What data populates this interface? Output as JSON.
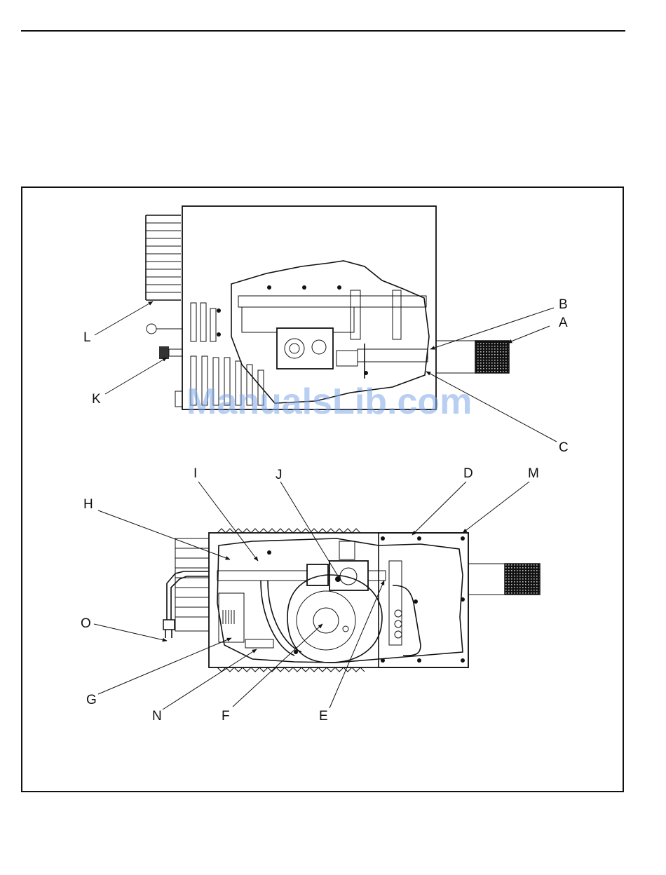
{
  "watermark": "ManualsLib.com",
  "callouts": {
    "A": "A",
    "B": "B",
    "C": "C",
    "D": "D",
    "E": "E",
    "F": "F",
    "G": "G",
    "H": "H",
    "I": "I",
    "J": "J",
    "K": "K",
    "L": "L",
    "M": "M",
    "N": "N",
    "O": "O"
  }
}
